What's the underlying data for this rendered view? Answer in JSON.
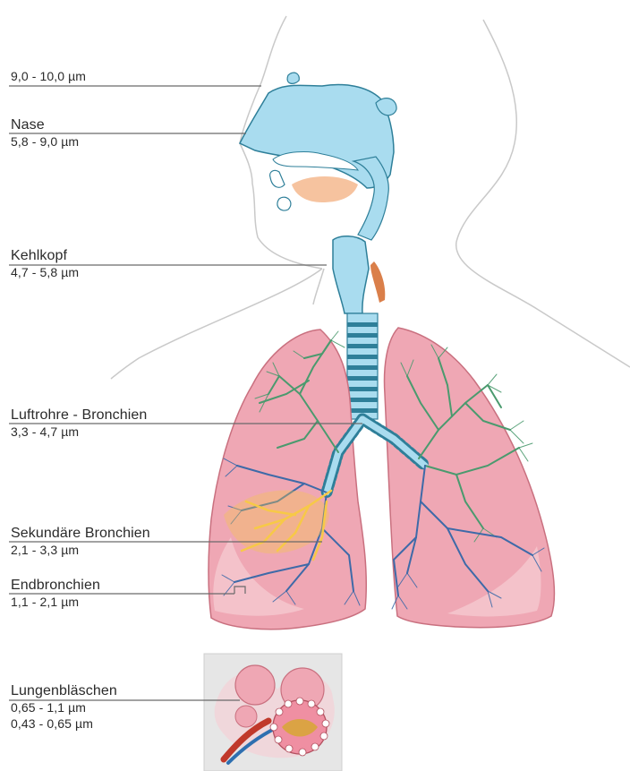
{
  "labels": {
    "mund": {
      "value": "9,0 - 10,0 µm"
    },
    "nase": {
      "name": "Nase",
      "value": "5,8 - 9,0 µm"
    },
    "kehlkopf": {
      "name": "Kehlkopf",
      "value": "4,7 - 5,8 µm"
    },
    "luftrohre": {
      "name": "Luftrohre - Bronchien",
      "value": "3,3 - 4,7 µm"
    },
    "sekundaere": {
      "name": "Sekundäre Bronchien",
      "value": "2,1 - 3,3 µm"
    },
    "endbronchien": {
      "name": "Endbronchien",
      "value": "1,1 - 2,1 µm"
    },
    "lungenblaeschen": {
      "name": "Lungenbläschen",
      "value": "0,65  -  1,1 µm",
      "value2": "0,43 - 0,65 µm"
    }
  },
  "colors": {
    "airway": "#a9dcef",
    "lung": "#efa7b4",
    "lung_light": "#f7cdd3",
    "bronchi_dark": "#3e6aa8",
    "bronchi_green": "#4a9a6e",
    "alveoli_yellow": "#f7c948",
    "trachea_ring": "#2e7f99",
    "outline": "#bdbdbd",
    "leader_line": "#6a6a6a"
  },
  "icons": [
    "head-profile-outline",
    "nasal-cavity",
    "trachea",
    "lungs",
    "alveoli-inset"
  ]
}
